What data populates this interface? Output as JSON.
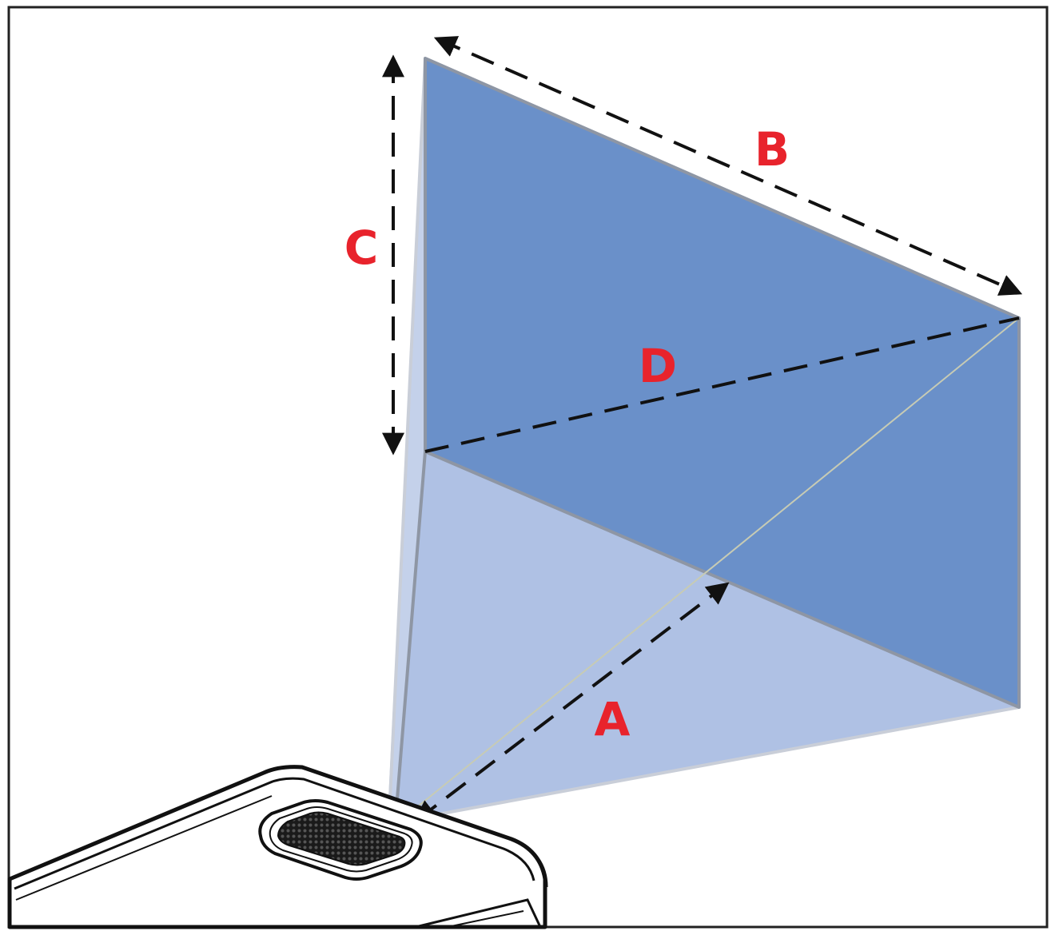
{
  "labels": {
    "a": "A",
    "b": "B",
    "c": "C",
    "d": "D"
  },
  "colors": {
    "screen": "#6a90c9",
    "beam": "#afc1e4",
    "label": "#e8232c",
    "dimension_line": "#111111",
    "frame": "#222222",
    "edge": "#8e96a4"
  },
  "icons": {
    "projector": "projector-icon",
    "lens": "lens-grille-icon"
  }
}
